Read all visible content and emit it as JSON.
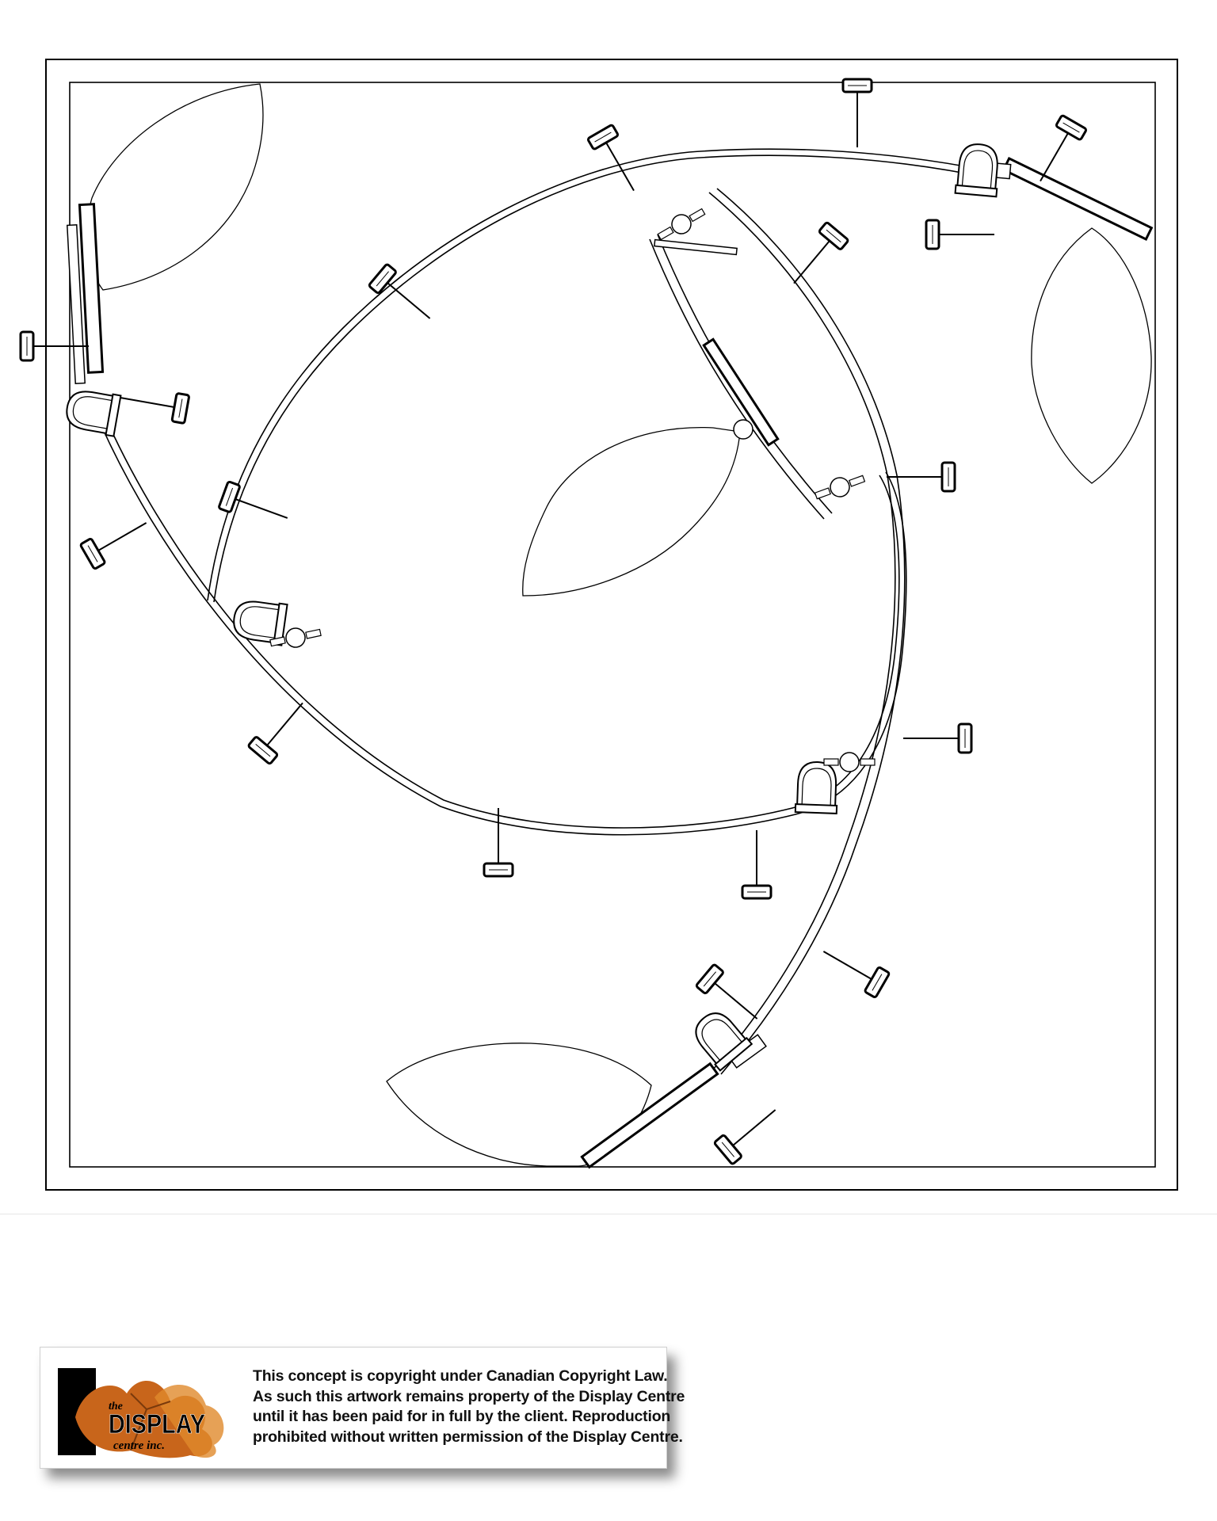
{
  "copyright_notice": {
    "lines": [
      "This concept is copyright under Canadian Copyright Law.",
      "As such this artwork remains property of the Display Centre",
      "until it has been paid for in full by the client. Reproduction",
      "prohibited without written permission of the Display Centre."
    ]
  },
  "logo": {
    "small_word": "the",
    "main_word": "DISPLAY",
    "sub_word": "centre inc.",
    "colors": {
      "leaf_orange": "#c8651b",
      "leaf_dark": "#7a3a0c",
      "text": "#000000"
    }
  }
}
